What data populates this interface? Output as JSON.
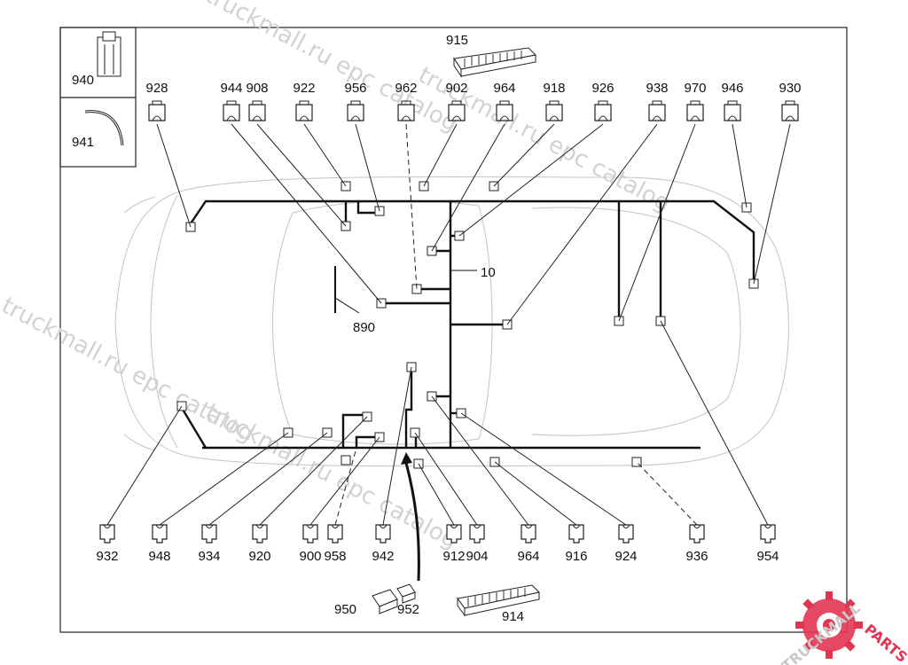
{
  "top_connectors": [
    "928",
    "944",
    "908",
    "922",
    "956",
    "962",
    "902",
    "964",
    "918",
    "926",
    "938",
    "970",
    "946",
    "930"
  ],
  "bottom_connectors": [
    "932",
    "948",
    "934",
    "920",
    "900",
    "958",
    "942",
    "912",
    "904",
    "964",
    "916",
    "924",
    "936",
    "954"
  ],
  "legend": [
    {
      "id": "940",
      "part": "relay-icon"
    },
    {
      "id": "941",
      "part": "cable-clip-icon"
    }
  ],
  "component_labels": {
    "c915": "915",
    "c914": "914",
    "c950": "950",
    "c952": "952",
    "c890": "890",
    "c10": "10"
  },
  "watermarks": [
    "truckmall.ru epc catalog",
    "truckmall.ru epc catalog",
    "truckmall.ru epc catalog",
    "truckmall.ru epc catalog"
  ],
  "brand": {
    "part1": "TRUCKMALL",
    "part2": "PARTS",
    "accent": "#e23552"
  },
  "colors": {
    "line": "#111111",
    "outline": "#bfbfbf",
    "watermark": "#d2d2d2"
  }
}
